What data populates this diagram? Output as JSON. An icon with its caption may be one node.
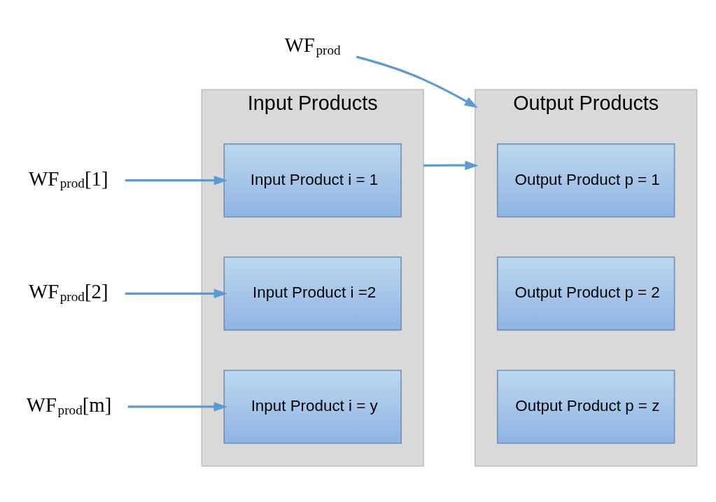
{
  "diagram": {
    "nodes": [
      {
        "text": [
          "Input Products"
        ]
      },
      {
        "text": [
          "Input Product i = 1"
        ],
        "in": 0
      },
      {
        "text": [
          "Input Product i =2"
        ],
        "in": 0
      },
      {
        "text": [
          "Input Product i = y"
        ],
        "in": 0
      },
      {
        "text": [
          "Output Products"
        ]
      },
      {
        "text": [
          "Output Product p = 1"
        ],
        "in": 4
      },
      {
        "text": [
          "Output Product p = 2"
        ],
        "in": 4
      },
      {
        "text": [
          "Output Product p = z"
        ],
        "in": 4
      },
      {
        "text": [
          "WF$_{prod}$[1]"
        ]
      },
      {
        "text": [
          "WF$_{prod}$[2]"
        ]
      },
      {
        "text": [
          "WF$_{prod}$[m]"
        ]
      },
      {
        "text": [
          "WF$_{prod}$"
        ]
      }
    ],
    "edges": [
      {
        "from": 8,
        "to": 1,
        "arrow": "to"
      },
      {
        "from": 9,
        "to": 2,
        "arrow": "to"
      },
      {
        "from": 10,
        "to": 3,
        "arrow": "to"
      },
      {
        "from": 0,
        "to": 4,
        "arrow": "to"
      },
      {
        "from": 11,
        "to": 4,
        "arrow": "to"
      }
    ]
  }
}
